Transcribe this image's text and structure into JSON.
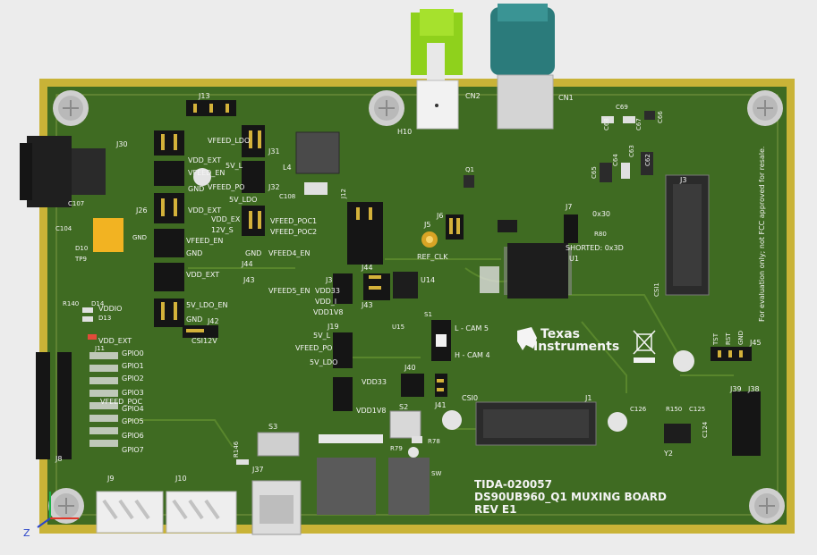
{
  "board": {
    "title_line1": "TIDA-020057",
    "title_line2": "DS90UB960_Q1 MUXING BOARD",
    "title_line3": "REV E1",
    "brand_line1": "Texas",
    "brand_line2": "Instruments",
    "disclaimer": "For evaluation only; not FCC approved for resale.",
    "axis_label": "Z"
  },
  "labels": {
    "J13": "J13",
    "J30": "J30",
    "J31": "J31",
    "J32": "J32",
    "J26": "J26",
    "L4": "L4",
    "C107": "C107",
    "C104": "C104",
    "D10": "D10",
    "TP9": "TP9",
    "VFEED_LDO": "VFEED_LDO",
    "VDD_EXT1": "VDD_EXT",
    "VFEED_EN1": "VFEED_EN",
    "GND1": "GND",
    "VFEED_PO": "VFEED_PO",
    "VDD_EXT2": "VDD_EXT",
    "5V_L": "5V_L",
    "5V_LDO1": "5V_LDO",
    "VDD_EX": "VDD_EX",
    "12V_S": "12V_S",
    "VFEED_POC1": "VFEED_POC1",
    "VFEED_POC2": "VFEED_POC2",
    "VFEED_EN2": "VFEED_EN",
    "GND2": "GND",
    "GND3": "GND",
    "VDD_EXT3": "VDD_EXT",
    "5V_LDO_EN": "5V_LDO_EN",
    "GND4": "GND",
    "J42": "J42",
    "CSI12V": "CSI12V",
    "GND5": "GND",
    "VFEED4_EN": "VFEED4_EN",
    "J44a": "J44",
    "J43a": "J43",
    "VFEED5_EN": "VFEED5_EN",
    "VDD33a": "VDD33",
    "J3a": "J3",
    "VDD_I": "VDD_I",
    "VDD1V8a": "VDD1V8",
    "J44b": "J44",
    "J43b": "J43",
    "J19": "J19",
    "5V_L2": "5V_L",
    "VFEED_PO2": "VFEED_PO",
    "5V_LDO2": "5V_LDO",
    "VDD33b": "VDD33",
    "VDD1V8b": "VDD1V8",
    "J5": "J5",
    "REF_CLK": "REF_CLK",
    "J6": "J6",
    "U14": "U14",
    "U15": "U15",
    "U1": "U1",
    "J7": "J7",
    "0x30": "0x30",
    "SHORTED": "SHORTED: 0x3D",
    "J3": "J3",
    "CSI1": "CSI1",
    "J1": "J1",
    "CSI0": "CSI0",
    "CAM5": "L - CAM 5",
    "CAM4": "H - CAM 4",
    "S1": "S1",
    "S2": "S2",
    "S3": "S3",
    "J40": "J40",
    "J41": "J41",
    "J45": "J45",
    "TST": "TST",
    "RST": "RST",
    "GND6": "GND",
    "J39": "J39",
    "J38": "J38",
    "Y2": "Y2",
    "C126": "C126",
    "R150": "R150",
    "C125": "C125",
    "C124": "C124",
    "CN1": "CN1",
    "CN2": "CN2",
    "H10": "H10",
    "J37": "J37",
    "SW": "SW",
    "J9": "J9",
    "J10": "J10",
    "J8": "J8",
    "GPIO0": "GPIO0",
    "GPIO1": "GPIO1",
    "GPIO2": "GPIO2",
    "GPIO3": "GPIO3",
    "GPIO4": "GPIO4",
    "GPIO5": "GPIO5",
    "GPIO6": "GPIO6",
    "GPIO7": "GPIO7",
    "VFEED_POC": "VFEED_POC",
    "VDDIO": "VDDIO",
    "VDD_EXT4": "VDD_EXT",
    "R140": "R140",
    "D14": "D14",
    "D13": "D13",
    "J11": "J11",
    "C65": "C65",
    "C64": "C64",
    "C63": "C63",
    "C62": "C62",
    "C69": "C69",
    "C68": "C68",
    "C67": "C67",
    "C66": "C66",
    "R78": "R78",
    "R79": "R79",
    "R146": "R146",
    "R80": "R80",
    "C108": "C108",
    "J12": "J12",
    "Q1": "Q1"
  },
  "colors": {
    "pcb": "#3f6b22",
    "pcb_dark": "#335a1a",
    "edge": "#c9b337",
    "silk": "#f4f4f4",
    "connector_green": "#8fd11c",
    "connector_teal": "#2b7b7b",
    "chip": "#1d1d1d"
  }
}
